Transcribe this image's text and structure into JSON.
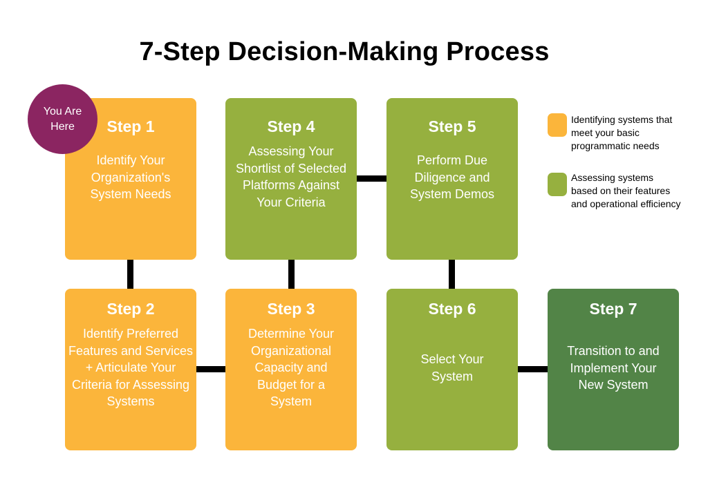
{
  "title": "7-Step Decision-Making Process",
  "badge": {
    "text": "You Are\nHere"
  },
  "colors": {
    "identify": "#fbb53b",
    "assess": "#96b03f",
    "final": "#528447",
    "badge": "#8b2561"
  },
  "steps": [
    {
      "label": "Step 1",
      "text": "Identify Your Organization's System Needs"
    },
    {
      "label": "Step 2",
      "text": "Identify Preferred Features and Services + Articulate Your Criteria for Assessing Systems"
    },
    {
      "label": "Step 3",
      "text": "Determine Your Organizational Capacity and Budget for a System"
    },
    {
      "label": "Step 4",
      "text": "Assessing Your Shortlist of Selected Platforms Against Your Criteria"
    },
    {
      "label": "Step 5",
      "text": "Perform Due Diligence and System Demos"
    },
    {
      "label": "Step 6",
      "text": "Select Your System"
    },
    {
      "label": "Step 7",
      "text": "Transition to and Implement Your New System"
    }
  ],
  "legend": [
    {
      "text": "Identifying systems that meet your basic programmatic needs"
    },
    {
      "text": "Assessing systems based on their features and operational efficiency"
    }
  ]
}
